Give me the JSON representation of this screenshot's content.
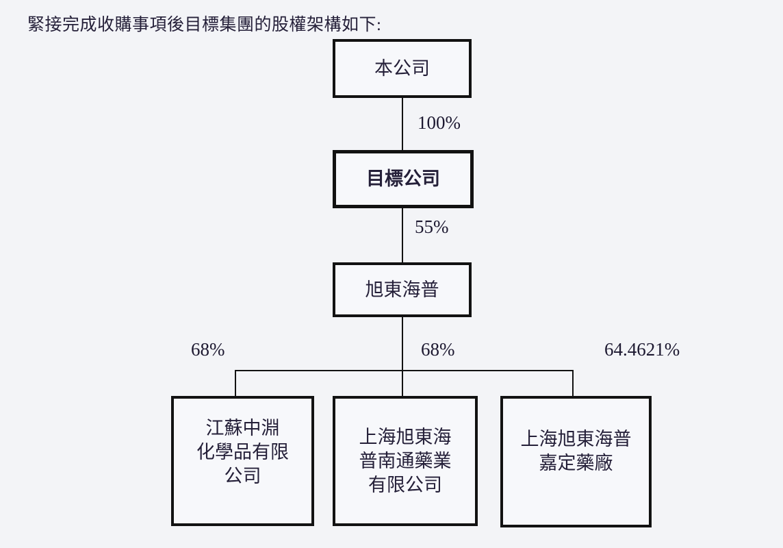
{
  "page": {
    "title": "緊接完成收購事項後目標集團的股權架構如下:"
  },
  "diagram": {
    "type": "org-chart",
    "line_color": "#121212",
    "background": "#f3f4f7",
    "nodes": {
      "company": {
        "label": "本公司"
      },
      "target": {
        "label": "目標公司",
        "bold": true
      },
      "xudong": {
        "label": "旭東海普"
      }
    },
    "edges": {
      "company_target": {
        "label": "100%"
      },
      "target_xudong": {
        "label": "55%"
      },
      "xudong_sub1": {
        "label": "68%"
      },
      "xudong_sub2": {
        "label": "68%"
      },
      "xudong_sub3": {
        "label": "64.4621%"
      }
    },
    "subsidiaries": [
      {
        "name": "江蘇中淵化學品有限公司",
        "ownership": "68%",
        "lines": [
          "江蘇中淵",
          "化學品有限",
          "公司"
        ]
      },
      {
        "name": "上海旭東海普南通藥業有限公司",
        "ownership": "68%",
        "lines": [
          "上海旭東海",
          "普南通藥業",
          "有限公司"
        ]
      },
      {
        "name": "上海旭東海普嘉定藥廠",
        "ownership": "64.4621%",
        "lines": [
          "上海旭東海普",
          "嘉定藥廠"
        ]
      }
    ]
  }
}
